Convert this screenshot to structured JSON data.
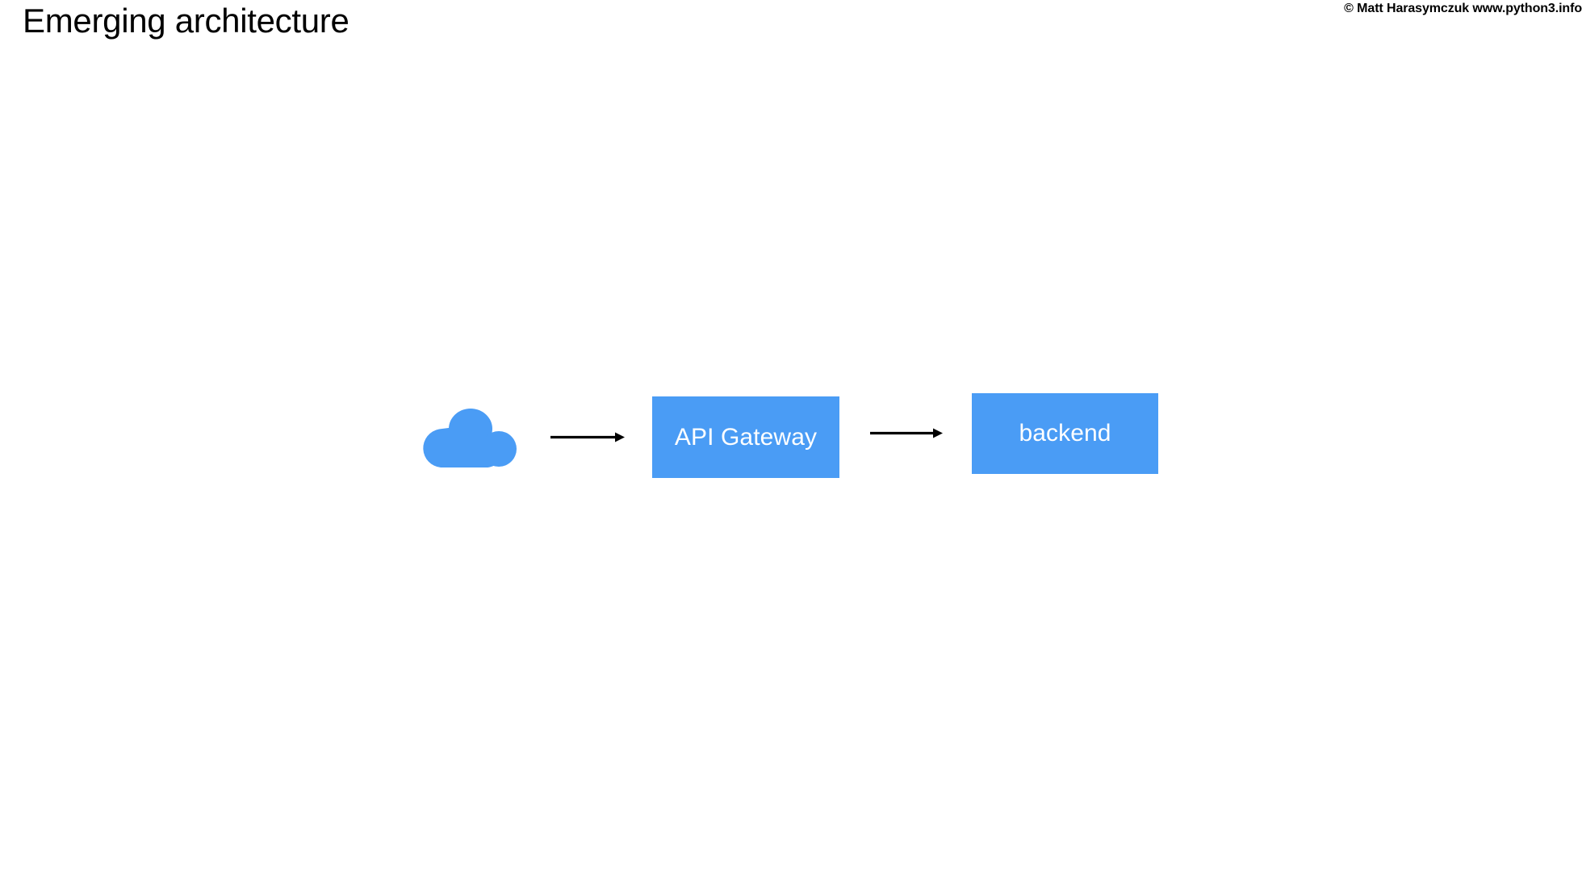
{
  "slide": {
    "title": "Emerging architecture",
    "copyright": "© Matt Harasymczuk www.python3.info",
    "background_color": "#ffffff",
    "title_color": "#000000"
  },
  "diagram": {
    "accent_color": "#4a9cf5",
    "node_text_color": "#ffffff",
    "arrow_color": "#000000",
    "nodes": [
      {
        "id": "cloud",
        "type": "cloud-icon",
        "label": "",
        "icon": "cloud-icon",
        "color": "#4a9cf5"
      },
      {
        "id": "api-gateway",
        "type": "box",
        "label": "API Gateway",
        "color": "#4a9cf5"
      },
      {
        "id": "backend",
        "type": "box",
        "label": "backend",
        "color": "#4a9cf5"
      }
    ],
    "edges": [
      {
        "id": "cloud-to-gateway",
        "from": "cloud",
        "to": "api-gateway",
        "label": "",
        "style": "solid",
        "arrowhead": "filled-triangle"
      },
      {
        "id": "gateway-to-backend",
        "from": "api-gateway",
        "to": "backend",
        "label": "",
        "style": "solid",
        "arrowhead": "filled-triangle"
      }
    ]
  }
}
